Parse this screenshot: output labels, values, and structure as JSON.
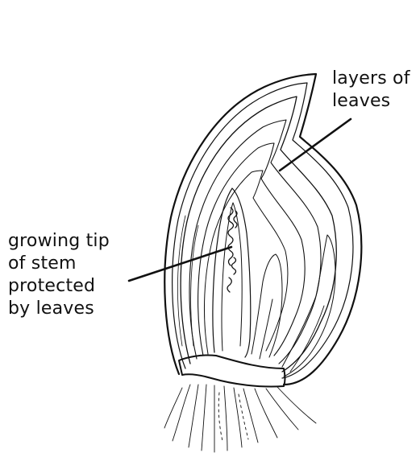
{
  "labels": {
    "layers_of_leaves": [
      "layers of",
      "leaves"
    ],
    "growing_tip": [
      "growing tip",
      "of stem",
      "protected",
      "by leaves"
    ]
  },
  "colors": {
    "ink": "#111111",
    "background": "#ffffff"
  }
}
